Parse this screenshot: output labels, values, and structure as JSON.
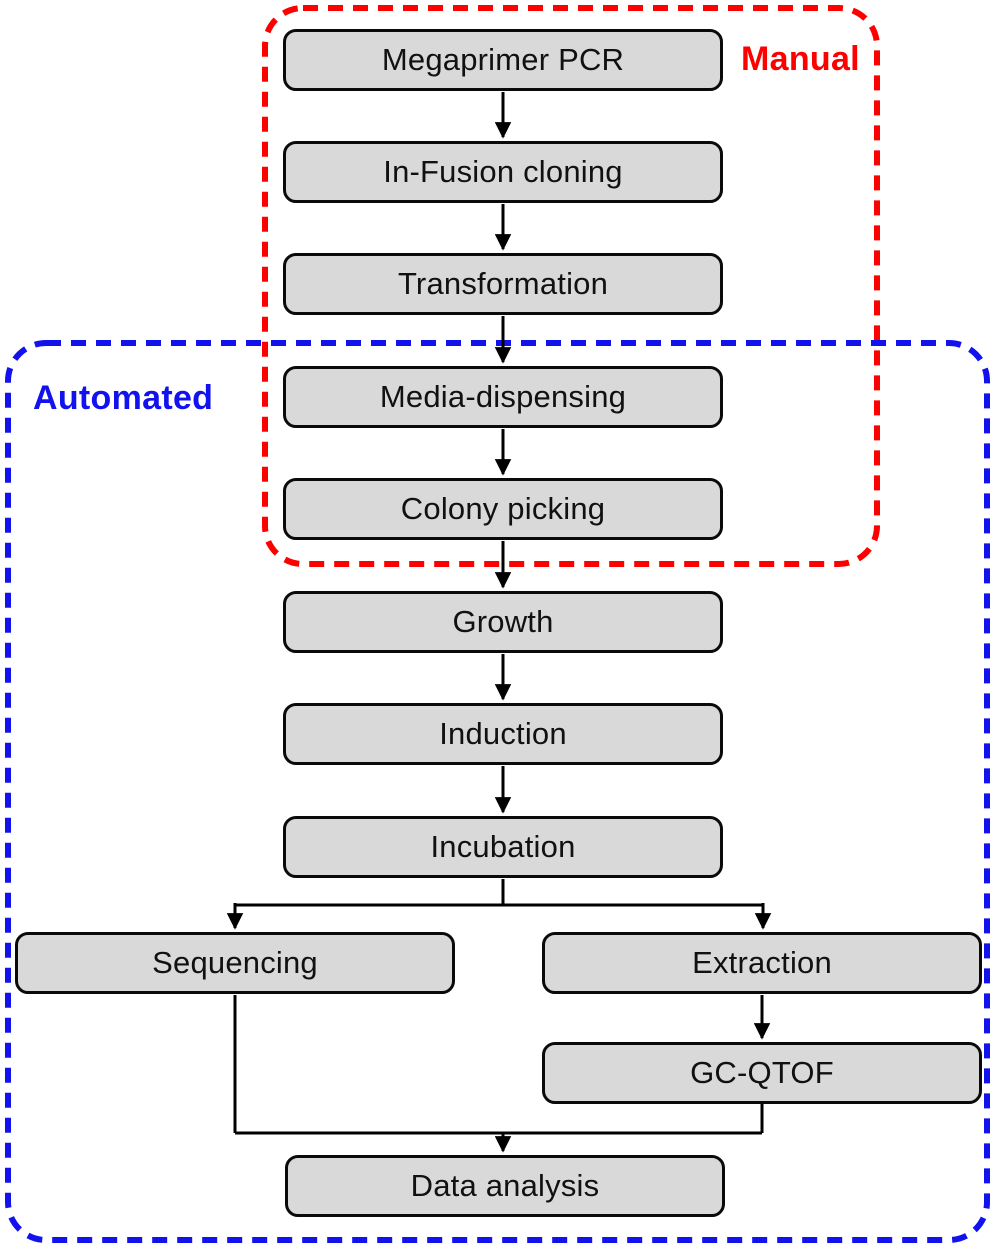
{
  "diagram": {
    "type": "flowchart",
    "regions": [
      {
        "id": "manual",
        "label": "Manual",
        "color": "#fe0000",
        "border_style": "dashed",
        "nodes": [
          "megaprimer-pcr",
          "in-fusion-cloning",
          "transformation",
          "media-dispensing",
          "colony-picking"
        ]
      },
      {
        "id": "automated",
        "label": "Automated",
        "color": "#1212ee",
        "border_style": "dashed",
        "nodes": [
          "media-dispensing",
          "colony-picking",
          "growth",
          "induction",
          "incubation",
          "sequencing",
          "extraction",
          "gc-qtof",
          "data-analysis"
        ]
      }
    ],
    "nodes": [
      {
        "id": "megaprimer-pcr",
        "label": "Megaprimer PCR"
      },
      {
        "id": "in-fusion-cloning",
        "label": "In-Fusion cloning"
      },
      {
        "id": "transformation",
        "label": "Transformation"
      },
      {
        "id": "media-dispensing",
        "label": "Media-dispensing"
      },
      {
        "id": "colony-picking",
        "label": "Colony picking"
      },
      {
        "id": "growth",
        "label": "Growth"
      },
      {
        "id": "induction",
        "label": "Induction"
      },
      {
        "id": "incubation",
        "label": "Incubation"
      },
      {
        "id": "sequencing",
        "label": "Sequencing"
      },
      {
        "id": "extraction",
        "label": "Extraction"
      },
      {
        "id": "gc-qtof",
        "label": "GC-QTOF"
      },
      {
        "id": "data-analysis",
        "label": "Data analysis"
      }
    ],
    "edges": [
      {
        "from": "megaprimer-pcr",
        "to": "in-fusion-cloning"
      },
      {
        "from": "in-fusion-cloning",
        "to": "transformation"
      },
      {
        "from": "transformation",
        "to": "media-dispensing"
      },
      {
        "from": "media-dispensing",
        "to": "colony-picking"
      },
      {
        "from": "colony-picking",
        "to": "growth"
      },
      {
        "from": "growth",
        "to": "induction"
      },
      {
        "from": "induction",
        "to": "incubation"
      },
      {
        "from": "incubation",
        "to": "sequencing"
      },
      {
        "from": "incubation",
        "to": "extraction"
      },
      {
        "from": "extraction",
        "to": "gc-qtof"
      },
      {
        "from": "sequencing",
        "to": "data-analysis"
      },
      {
        "from": "gc-qtof",
        "to": "data-analysis"
      }
    ]
  },
  "styles": {
    "node_fill": "#d9d9d9",
    "node_border": "#0a0a0a",
    "connector_color": "#000000",
    "manual_color": "#fe0000",
    "automated_color": "#1212ee",
    "background": "#ffffff"
  }
}
